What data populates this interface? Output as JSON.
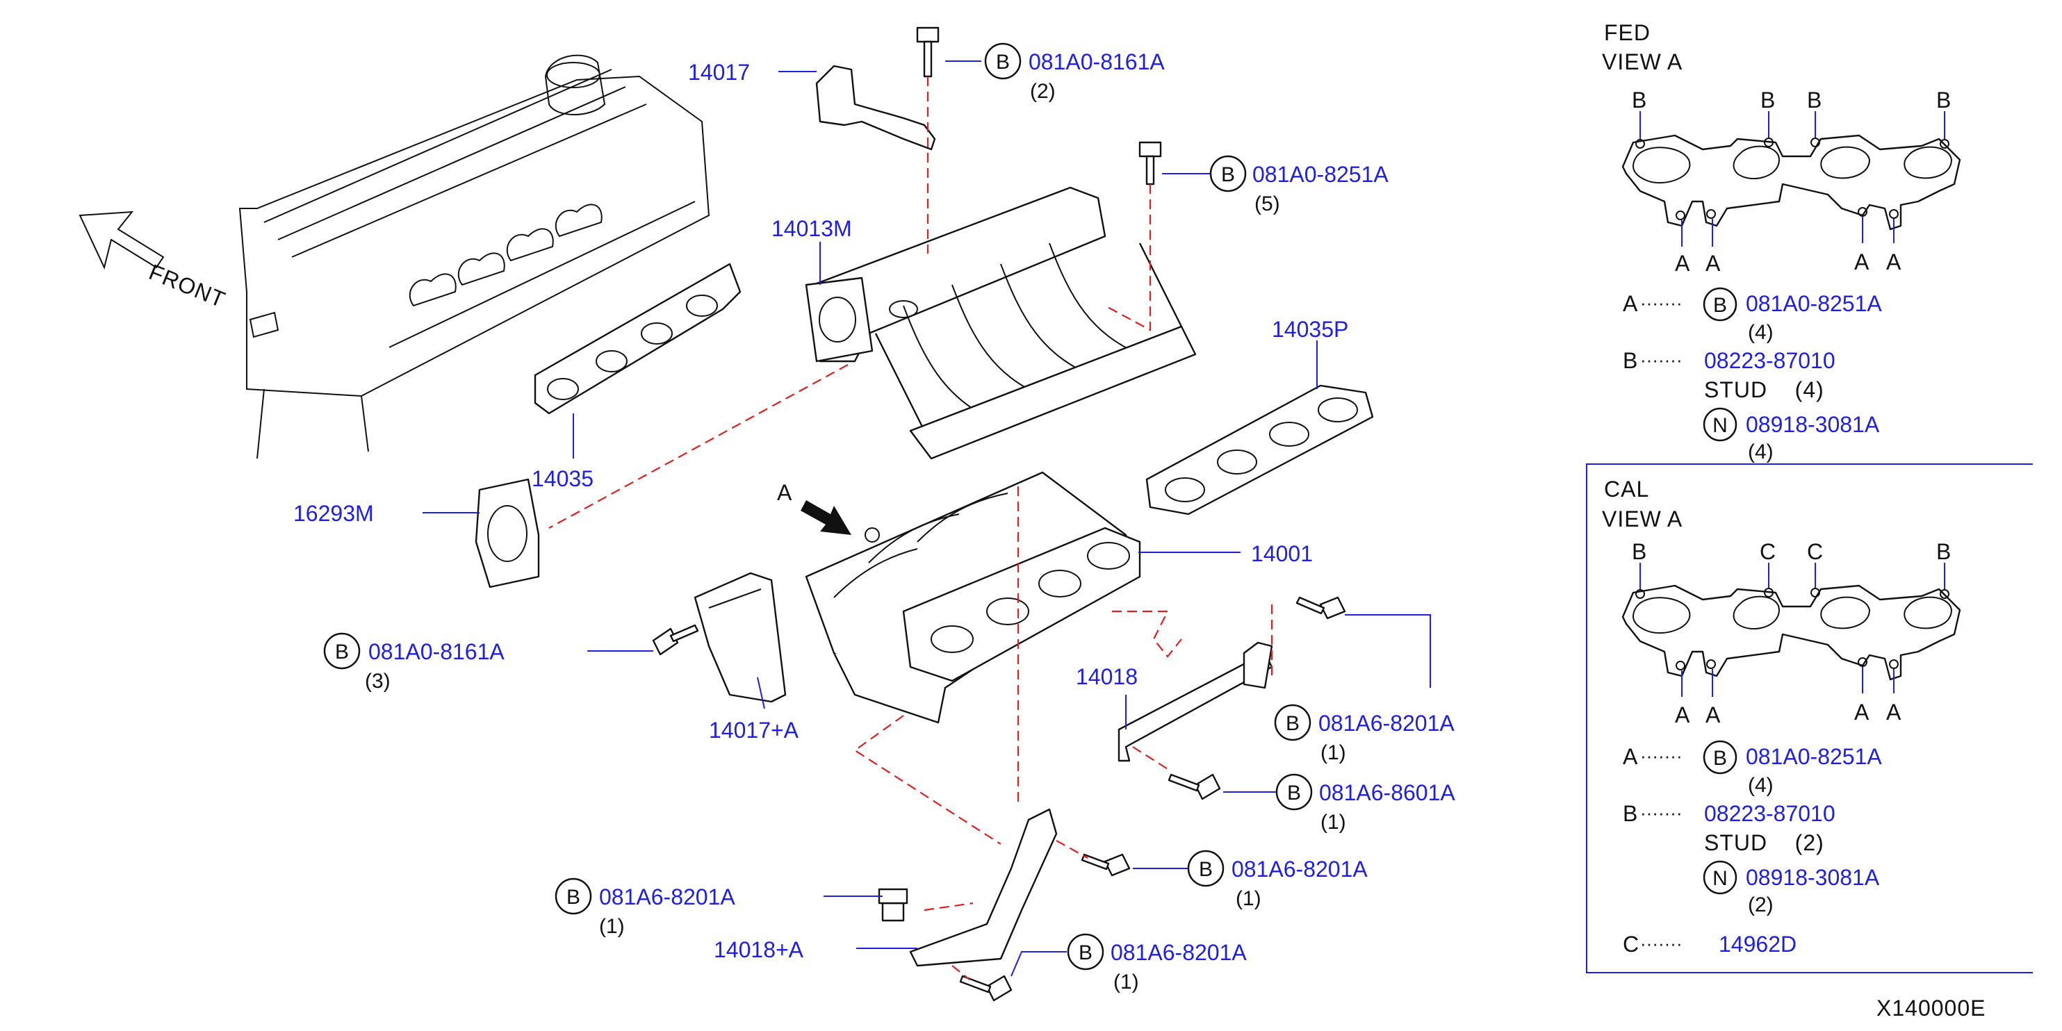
{
  "diagram": {
    "drawing_code": "X140000E",
    "front_label": "FRONT",
    "view_arrow_label": "A",
    "parts": [
      {
        "id": "14017",
        "label": "14017"
      },
      {
        "id": "14013M",
        "label": "14013M"
      },
      {
        "id": "14035",
        "label": "14035"
      },
      {
        "id": "14035P",
        "label": "14035P"
      },
      {
        "id": "16293M",
        "label": "16293M"
      },
      {
        "id": "14001",
        "label": "14001"
      },
      {
        "id": "14017A",
        "label": "14017+A"
      },
      {
        "id": "14018",
        "label": "14018"
      },
      {
        "id": "14018A",
        "label": "14018+A"
      }
    ],
    "bolts": [
      {
        "id": "b1",
        "prefix": "B",
        "part": "081A0-8161A",
        "qty": "(2)"
      },
      {
        "id": "b2",
        "prefix": "B",
        "part": "081A0-8251A",
        "qty": "(5)"
      },
      {
        "id": "b3",
        "prefix": "B",
        "part": "081A0-8161A",
        "qty": "(3)"
      },
      {
        "id": "b4",
        "prefix": "B",
        "part": "081A6-8201A",
        "qty": "(1)"
      },
      {
        "id": "b5",
        "prefix": "B",
        "part": "081A6-8601A",
        "qty": "(1)"
      },
      {
        "id": "b6",
        "prefix": "B",
        "part": "081A6-8201A",
        "qty": "(1)"
      },
      {
        "id": "b7",
        "prefix": "B",
        "part": "081A6-8201A",
        "qty": "(1)"
      },
      {
        "id": "b8",
        "prefix": "B",
        "part": "081A6-8201A",
        "qty": "(1)"
      }
    ],
    "fed_view": {
      "title_line1": "FED",
      "title_line2": "VIEW   A",
      "top_marks": [
        "B",
        "B",
        "B",
        "B"
      ],
      "bottom_marks": [
        "A",
        "A",
        "A",
        "A"
      ],
      "legend": [
        {
          "key": "A",
          "dots": "·······",
          "circle": "B",
          "part": "081A0-8251A",
          "sub": "(4)"
        },
        {
          "key": "B",
          "dots": "·······",
          "circle": "",
          "part": "08223-87010",
          "sub": "STUD    (4)"
        },
        {
          "key": "",
          "dots": "",
          "circle": "N",
          "part": "08918-3081A",
          "sub": "(4)"
        }
      ]
    },
    "cal_view": {
      "title_line1": "CAL",
      "title_line2": "VIEW   A",
      "top_marks": [
        "B",
        "C",
        "C",
        "B"
      ],
      "bottom_marks": [
        "A",
        "A",
        "A",
        "A"
      ],
      "legend": [
        {
          "key": "A",
          "dots": "·······",
          "circle": "B",
          "part": "081A0-8251A",
          "sub": "(4)"
        },
        {
          "key": "B",
          "dots": "·······",
          "circle": "",
          "part": "08223-87010",
          "sub": "STUD    (2)"
        },
        {
          "key": "",
          "dots": "",
          "circle": "N",
          "part": "08918-3081A",
          "sub": "(2)"
        },
        {
          "key": "C",
          "dots": "·······",
          "circle": "",
          "part": "14962D",
          "sub": ""
        }
      ]
    },
    "colors": {
      "callout": "#1f1fe0",
      "guide_line": "#e02020",
      "ink": "#111111"
    }
  }
}
